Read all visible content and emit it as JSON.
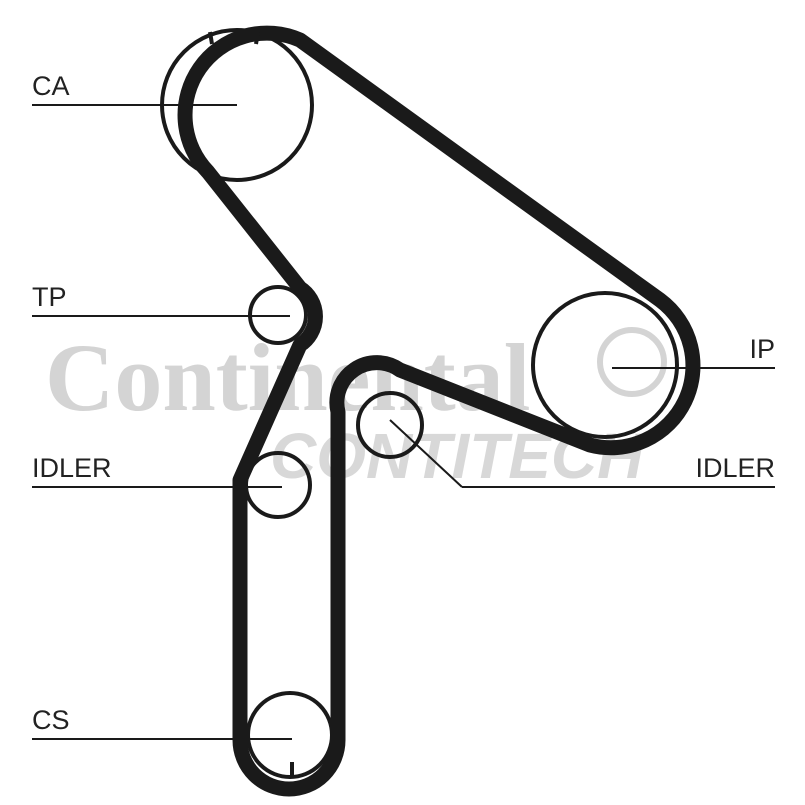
{
  "labels": {
    "ca": "CA",
    "tp": "TP",
    "idler_left": "IDLER",
    "cs": "CS",
    "ip": "IP",
    "idler_right": "IDLER"
  },
  "watermark": {
    "brand": "Continental",
    "sub_brand": "CONTITECH"
  },
  "colors": {
    "belt": "#1a1a1a",
    "watermark": "#d4d4d4"
  }
}
